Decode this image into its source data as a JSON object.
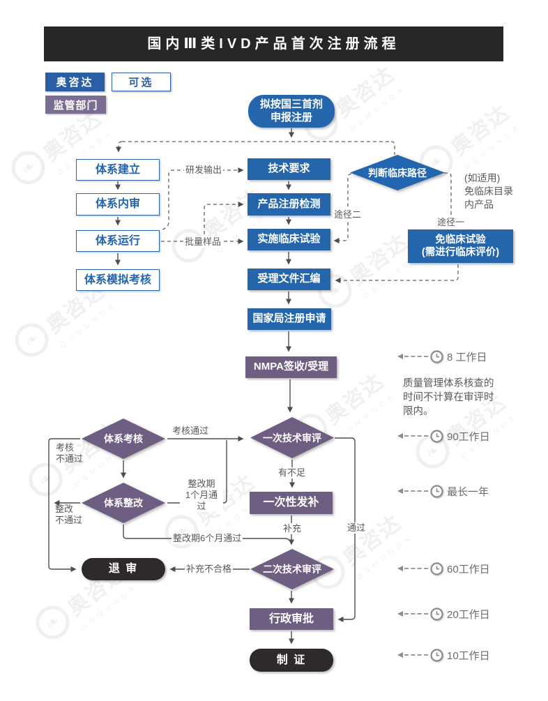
{
  "title": "国内Ⅲ类IVD产品首次注册流程",
  "legend": {
    "osmunda": "奥咨达",
    "optional": "可选",
    "regulator": "监管部门"
  },
  "nodes": {
    "start": "拟按国三首剂\n申报注册",
    "sys_build": "体系建立",
    "sys_audit": "体系内审",
    "sys_run": "体系运行",
    "sys_mock": "体系模拟考核",
    "tech_req": "技术要求",
    "reg_test": "产品注册检测",
    "clinical_trial": "实施临床试验",
    "dossier": "受理文件汇编",
    "nmpa_apply": "国家局注册申请",
    "clinical_path": "判断临床路径",
    "exempt": "免临床试验\n(需进行临床评价)",
    "nmpa_accept": "NMPA签收/受理",
    "sys_assess": "体系考核",
    "review1": "一次技术审评",
    "sys_rectify": "体系整改",
    "supplement": "一次性发补",
    "review2": "二次技术审评",
    "reject": "退 审",
    "admin": "行政审批",
    "certificate": "制 证"
  },
  "edge_labels": {
    "rd_output": "研发输出",
    "batch_sample": "批量样品",
    "path2": "途径二",
    "path1": "途径一",
    "exempt_note": "(如适用)\n免临床目录\n内产品",
    "assess_pass": "考核通过",
    "assess_fail": "考核\n不通过",
    "rectify_1m": "整改期\n1个月通过",
    "rectify_fail": "整改\n不通过",
    "rectify_6m": "整改期6个月通过",
    "deficiency": "有不足",
    "supplement_label": "补充",
    "pass": "通过",
    "supplement_fail": "补充不合格"
  },
  "timeline": [
    {
      "label": "8 工作日"
    },
    {
      "label": "90工作日"
    },
    {
      "label": "最长一年"
    },
    {
      "label": "60工作日"
    },
    {
      "label": "20工作日"
    },
    {
      "label": "10工作日"
    }
  ],
  "note": "质量管理体系核查的时间不计算在审评时限内。",
  "watermark": {
    "text": "奥咨达",
    "subtext": "OSMUNDA"
  },
  "colors": {
    "blue": "#2565ab",
    "purple": "#6d5e82",
    "purple_light": "#7b6d91",
    "dark": "#262626",
    "line_gray": "#4d4d4d",
    "label_gray": "#595959"
  }
}
